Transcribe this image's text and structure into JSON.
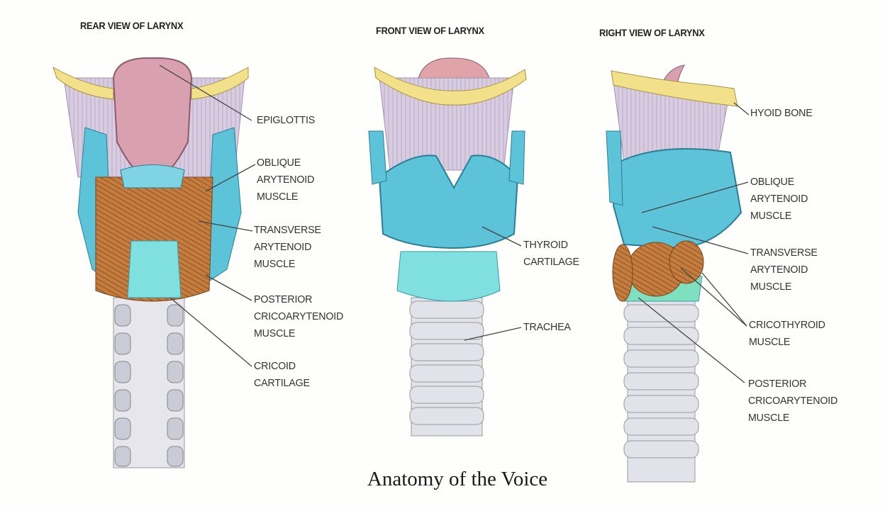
{
  "views": {
    "rear": {
      "title": "REAR VIEW OF LARYNX",
      "labels": {
        "epiglottis": [
          "EPIGLOTTIS"
        ],
        "oblique": [
          "OBLIQUE",
          "ARYTENOID",
          "MUSCLE"
        ],
        "transverse": [
          "TRANSVERSE",
          "ARYTENOID",
          "MUSCLE"
        ],
        "posterior": [
          "POSTERIOR",
          "CRICOARYTENOID",
          "MUSCLE"
        ],
        "cricoid": [
          "CRICOID",
          "CARTILAGE"
        ]
      }
    },
    "front": {
      "title": "FRONT VIEW OF LARYNX",
      "labels": {
        "thyroid": [
          "THYROID",
          "CARTILAGE"
        ],
        "trachea": [
          "TRACHEA"
        ]
      }
    },
    "right": {
      "title": "RIGHT VIEW OF LARYNX",
      "labels": {
        "hyoid": [
          "HYOID BONE"
        ],
        "oblique": [
          "OBLIQUE",
          "ARYTENOID",
          "MUSCLE"
        ],
        "transverse": [
          "TRANSVERSE",
          "ARYTENOID",
          "MUSCLE"
        ],
        "cricothyroid": [
          "CRICOTHYROID",
          "MUSCLE"
        ],
        "posterior": [
          "POSTERIOR",
          "CRICOARYTENOID",
          "MUSCLE"
        ]
      }
    }
  },
  "caption": "Anatomy of the Voice",
  "colors": {
    "hyoid": "#f2e08a",
    "epiglottis": "#d9a0b0",
    "membrane": "#d8cde0",
    "cartilage": "#5cc3d8",
    "muscle": "#b8743a",
    "trachea": "#dcdde3"
  }
}
